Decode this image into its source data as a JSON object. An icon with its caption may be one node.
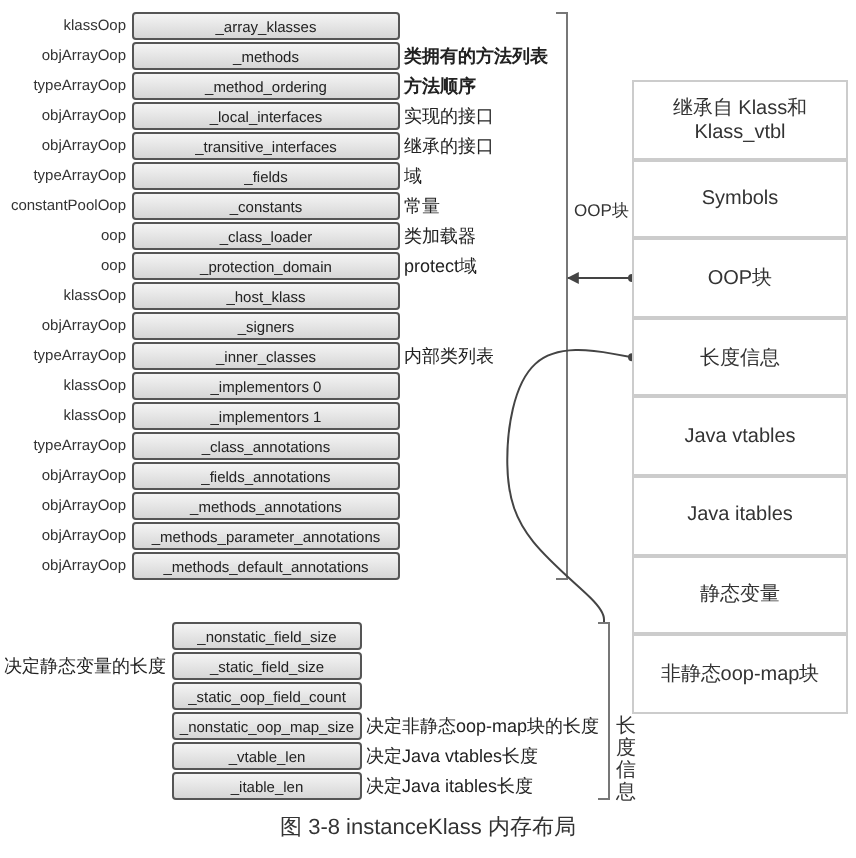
{
  "diagram": {
    "caption": "图 3-8 instanceKlass 内存布局",
    "nodes": [
      {
        "text": [
          "_array_klasses"
        ],
        "beside": [
          "klassOop"
        ]
      },
      {
        "text": [
          "_methods"
        ],
        "beside": [
          "objArrayOop",
          "类拥有的方法列表"
        ]
      },
      {
        "text": [
          "_method_ordering"
        ],
        "beside": [
          "typeArrayOop",
          "方法顺序"
        ]
      },
      {
        "text": [
          "_local_interfaces"
        ],
        "beside": [
          "objArrayOop",
          "实现的接口"
        ]
      },
      {
        "text": [
          "_transitive_interfaces"
        ],
        "beside": [
          "objArrayOop",
          "继承的接口"
        ]
      },
      {
        "text": [
          "_fields"
        ],
        "beside": [
          "typeArrayOop",
          "域"
        ]
      },
      {
        "text": [
          "_constants"
        ],
        "beside": [
          "constantPoolOop",
          "常量"
        ]
      },
      {
        "text": [
          "_class_loader"
        ],
        "beside": [
          "oop",
          "类加载器"
        ]
      },
      {
        "text": [
          "_protection_domain"
        ],
        "beside": [
          "oop",
          "protect域"
        ]
      },
      {
        "text": [
          "_host_klass"
        ],
        "beside": [
          "klassOop"
        ]
      },
      {
        "text": [
          "_signers"
        ],
        "beside": [
          "objArrayOop"
        ]
      },
      {
        "text": [
          "_inner_classes"
        ],
        "beside": [
          "typeArrayOop",
          "内部类列表"
        ]
      },
      {
        "text": [
          "_implementors 0"
        ],
        "beside": [
          "klassOop"
        ]
      },
      {
        "text": [
          "_implementors 1"
        ],
        "beside": [
          "klassOop"
        ]
      },
      {
        "text": [
          "_class_annotations"
        ],
        "beside": [
          "typeArrayOop"
        ]
      },
      {
        "text": [
          "_fields_annotations"
        ],
        "beside": [
          "objArrayOop"
        ]
      },
      {
        "text": [
          "_methods_annotations"
        ],
        "beside": [
          "objArrayOop"
        ]
      },
      {
        "text": [
          "_methods_parameter_annotations"
        ],
        "beside": [
          "objArrayOop"
        ]
      },
      {
        "text": [
          "_methods_default_annotations"
        ],
        "beside": [
          "objArrayOop"
        ]
      },
      {
        "text": [],
        "shape": "bracket"
      },
      {
        "text": [
          "继承自 Klass和Klass_vtbl"
        ]
      },
      {
        "text": [
          "Symbols"
        ]
      },
      {
        "text": [
          "OOP块"
        ]
      },
      {
        "text": [
          "长度信息"
        ]
      },
      {
        "text": [
          "Java vtables"
        ]
      },
      {
        "text": [
          "Java itables"
        ]
      },
      {
        "text": [
          "静态变量"
        ]
      },
      {
        "text": [
          "非静态oop-map块"
        ]
      },
      {
        "text": [
          "_nonstatic_field_size"
        ]
      },
      {
        "text": [
          "_static_field_size"
        ],
        "beside": [
          "决定静态变量的长度"
        ]
      },
      {
        "text": [
          "_static_oop_field_count"
        ]
      },
      {
        "text": [
          "_nonstatic_oop_map_size"
        ],
        "beside": [
          "决定非静态oop-map块的长度"
        ]
      },
      {
        "text": [
          "_vtable_len"
        ],
        "beside": [
          "决定Java vtables长度"
        ]
      },
      {
        "text": [
          "_itable_len"
        ],
        "beside": [
          "决定Java itables长度"
        ]
      },
      {
        "text": [],
        "shape": "bracket"
      }
    ],
    "edges": [
      {
        "from": 22,
        "to": 19,
        "arrow": "to"
      },
      {
        "from": 23,
        "to": 34,
        "arrow": "other"
      }
    ],
    "labels": [
      "OOP块",
      "长度信息"
    ]
  }
}
